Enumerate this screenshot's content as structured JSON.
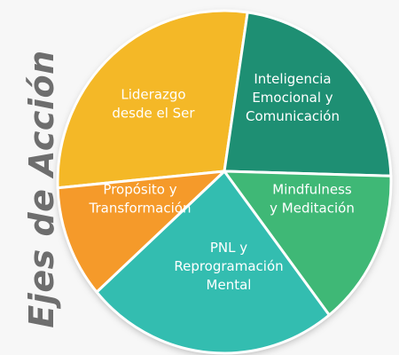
{
  "title": "Ejes de Acción",
  "segments": [
    {
      "id": "liderazgo",
      "lines": [
        "Liderazgo",
        "desde el Ser"
      ],
      "color": "#f4b827",
      "edge": "#f9ce4a"
    },
    {
      "id": "inteligencia",
      "lines": [
        "Inteligencia",
        "Emocional y",
        "Comunicación"
      ],
      "color": "#1e8f73",
      "edge": "#2fa586"
    },
    {
      "id": "mindfulness",
      "lines": [
        "Mindfulness",
        "y Meditación"
      ],
      "color": "#3fb876",
      "edge": "#5ccb8b"
    },
    {
      "id": "pnl",
      "lines": [
        "PNL y",
        "Reprogramación",
        "Mental"
      ],
      "color": "#33bdb0",
      "edge": "#57cdc2"
    },
    {
      "id": "proposito",
      "lines": [
        "Propósito y",
        "Transformación"
      ],
      "color": "#f59a2a",
      "edge": "#f8b04e"
    }
  ]
}
